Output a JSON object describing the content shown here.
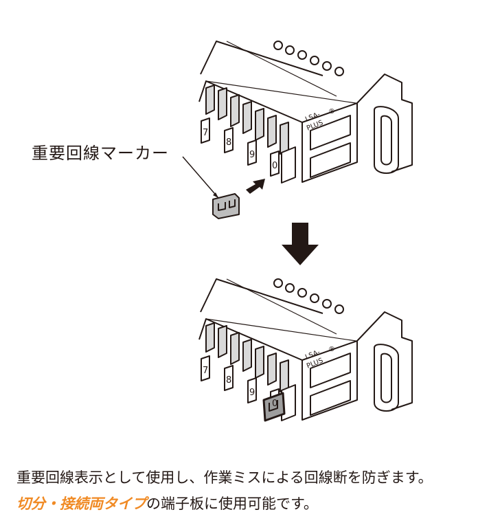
{
  "callout": {
    "label": "重要回線マーカー"
  },
  "block": {
    "brand_line1": "LSA-",
    "brand_line2": "PLUS",
    "trademark": "®",
    "numbers": [
      "7",
      "8",
      "9",
      "0"
    ]
  },
  "caption": {
    "line1": "重要回線表示として使用し、作業ミスによる回線断を防ぎます。",
    "line2_accent": "切分・接続両タイプ",
    "line2_rest": "の端子板に使用可能です。"
  },
  "colors": {
    "accent": "#f08a24",
    "line": "#231815",
    "marker_fill": "#bdbdbd",
    "slot_fill": "#d9d9d9"
  },
  "icons": {
    "down_arrow": "down-arrow-icon",
    "insert_arrow": "insert-arrow-icon"
  }
}
